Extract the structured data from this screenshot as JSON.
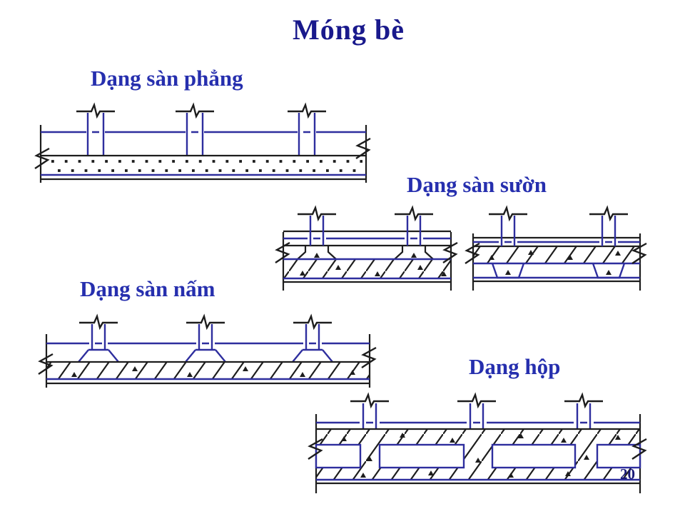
{
  "slide": {
    "title": "Móng bè",
    "page_number": "20"
  },
  "diagrams": [
    {
      "label": "Dạng sàn phẳng"
    },
    {
      "label": "Dạng sàn sườn"
    },
    {
      "label": "Dạng sàn nấm"
    },
    {
      "label": "Dạng hộp"
    }
  ],
  "colors": {
    "title_text": "#19198c",
    "label_text": "#262fae",
    "drawing_blue": "#2e2e9e",
    "drawing_black": "#1d1d1d",
    "background": "#ffffff"
  }
}
